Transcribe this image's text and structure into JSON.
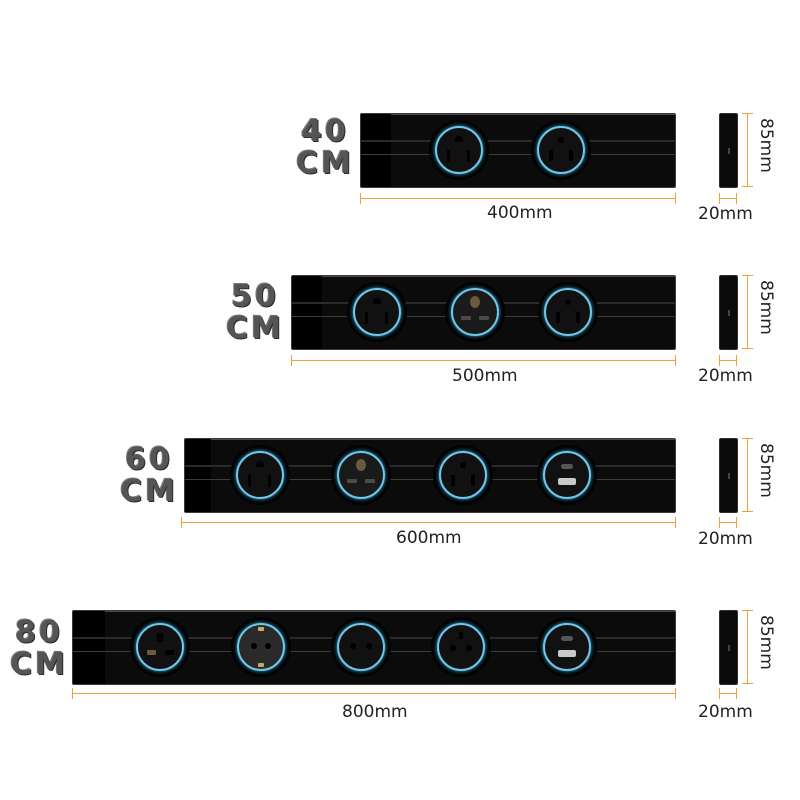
{
  "products": [
    {
      "size_label_top": "40",
      "size_label_bottom": "CM",
      "length_label": "400mm",
      "width_label": "20mm",
      "height_label": "85mm",
      "sockets": [
        "us-outlet",
        "universal-outlet"
      ]
    },
    {
      "size_label_top": "50",
      "size_label_bottom": "CM",
      "length_label": "500mm",
      "width_label": "20mm",
      "height_label": "85mm",
      "sockets": [
        "us-outlet",
        "universal-outlet-shuttered",
        "universal-outlet"
      ]
    },
    {
      "size_label_top": "60",
      "size_label_bottom": "CM",
      "length_label": "600mm",
      "width_label": "20mm",
      "height_label": "85mm",
      "sockets": [
        "us-outlet",
        "universal-outlet-shuttered",
        "universal-outlet",
        "usb-charger"
      ]
    },
    {
      "size_label_top": "80",
      "size_label_bottom": "CM",
      "length_label": "800mm",
      "width_label": "20mm",
      "height_label": "85mm",
      "sockets": [
        "uk-outlet",
        "schuko-outlet",
        "eu-outlet",
        "french-outlet",
        "usb-charger"
      ]
    }
  ],
  "colors": {
    "dimension_line": "#f0a13a",
    "socket_ring": "#6fc6e8",
    "strip_body": "#0b0b0b"
  }
}
